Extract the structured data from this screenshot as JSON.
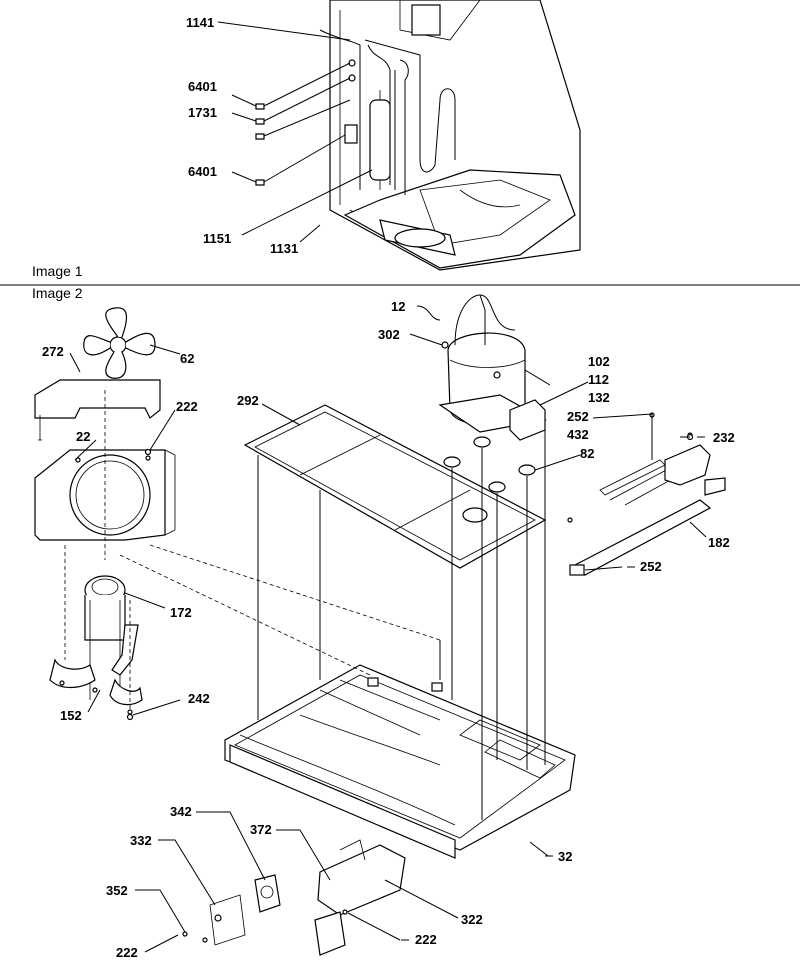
{
  "captions": {
    "image1": "Image 1",
    "image2": "Image 2"
  },
  "image1": {
    "callouts": {
      "c1141": "1141",
      "c6401a": "6401",
      "c1731": "1731",
      "c6401b": "6401",
      "c1151": "1151",
      "c1131": "1131"
    }
  },
  "image2": {
    "callouts": {
      "c12": "12",
      "c302": "302",
      "c102": "102",
      "c112": "112",
      "c132": "132",
      "c252a": "252",
      "c432": "432",
      "c232": "232",
      "c82": "82",
      "c182": "182",
      "c252b": "252",
      "c272": "272",
      "c62": "62",
      "c222a": "222",
      "c22": "22",
      "c292": "292",
      "c172": "172",
      "c152": "152",
      "c242": "242",
      "c342": "342",
      "c372": "372",
      "c332": "332",
      "c352": "352",
      "c322": "322",
      "c32": "32",
      "c222b": "222",
      "c222c": "222"
    }
  }
}
